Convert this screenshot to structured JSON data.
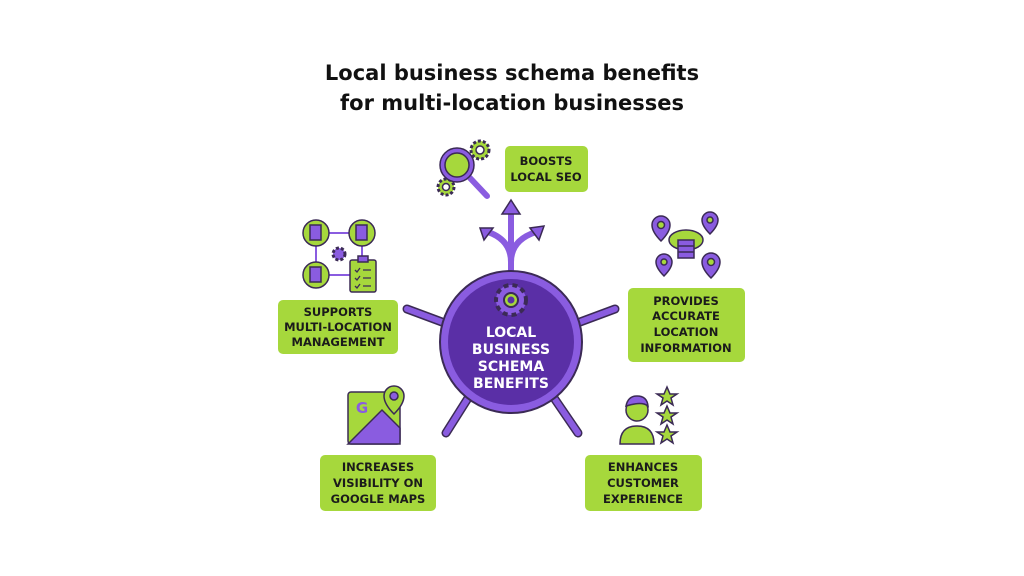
{
  "title": {
    "line1": "Local business schema benefits",
    "line2": "for multi-location businesses"
  },
  "center": {
    "lines": [
      "LOCAL",
      "BUSINESS",
      "SCHEMA",
      "BENEFITS"
    ],
    "icon": "gear-icon"
  },
  "benefits": [
    {
      "lines": [
        "BOOSTS",
        "LOCAL SEO"
      ],
      "icon": "magnifier-gears-icon"
    },
    {
      "lines": [
        "SUPPORTS",
        "MULTI-LOCATION",
        "MANAGEMENT"
      ],
      "icon": "network-buildings-icon"
    },
    {
      "lines": [
        "PROVIDES",
        "ACCURATE",
        "LOCATION",
        "INFORMATION"
      ],
      "icon": "location-pins-database-icon"
    },
    {
      "lines": [
        "INCREASES",
        "VISIBILITY ON",
        "GOOGLE MAPS"
      ],
      "icon": "google-maps-icon"
    },
    {
      "lines": [
        "ENHANCES",
        "CUSTOMER",
        "EXPERIENCE"
      ],
      "icon": "customer-stars-icon"
    }
  ],
  "colors": {
    "purple": "#7d4fd8",
    "purple_dark": "#5a2fa6",
    "green": "#a6d83c",
    "outline": "#3b2a55"
  }
}
